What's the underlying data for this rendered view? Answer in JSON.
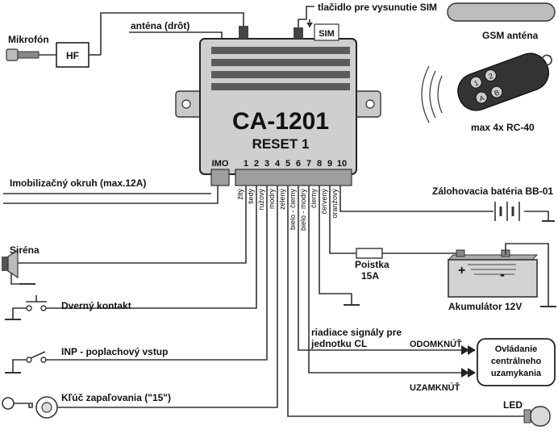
{
  "module": {
    "model": "CA-1201",
    "reset": "RESET 1",
    "imo_label": "IMO",
    "sim_label": "SIM",
    "pins": [
      "1",
      "2",
      "3",
      "4",
      "5",
      "6",
      "7",
      "8",
      "9",
      "10"
    ]
  },
  "wires": [
    "žltý",
    "šedý",
    "ružový",
    "modrý",
    "zelený",
    "bielo - čierny",
    "bielo - modrý",
    "čierny",
    "červený",
    "oranžový"
  ],
  "labels": {
    "microphone": "Mikrofón",
    "hf": "HF",
    "antenna_wire": "anténa (drôt)",
    "sim_button": "tlačidlo pre vysunutie SIM",
    "gsm_antenna": "GSM anténa",
    "remote": "max 4x RC-40",
    "immobilizer": "Imobilizačný okruh (max.12A)",
    "backup_battery": "Zálohovacia batéria BB-01",
    "siren": "Siréna",
    "fuse": "Poistka",
    "fuse_rating": "15A",
    "door_contact": "Dverný kontakt",
    "battery": "Akumulátor 12V",
    "plus": "+",
    "minus": "-",
    "control_signals_1": "riadiace signály pre",
    "control_signals_2": "jednotku CL",
    "unlock": "ODOMKNÚŤ",
    "lock": "UZAMKNÚŤ",
    "central_lock_1": "Ovládanie",
    "central_lock_2": "centrálneho",
    "central_lock_3": "uzamykania",
    "inp": "INP - poplachový vstup",
    "ignition": "Kľúč zapaľovania (\"15\")",
    "led": "LED"
  },
  "remote_buttons": [
    "1",
    "2",
    "A",
    "B"
  ]
}
